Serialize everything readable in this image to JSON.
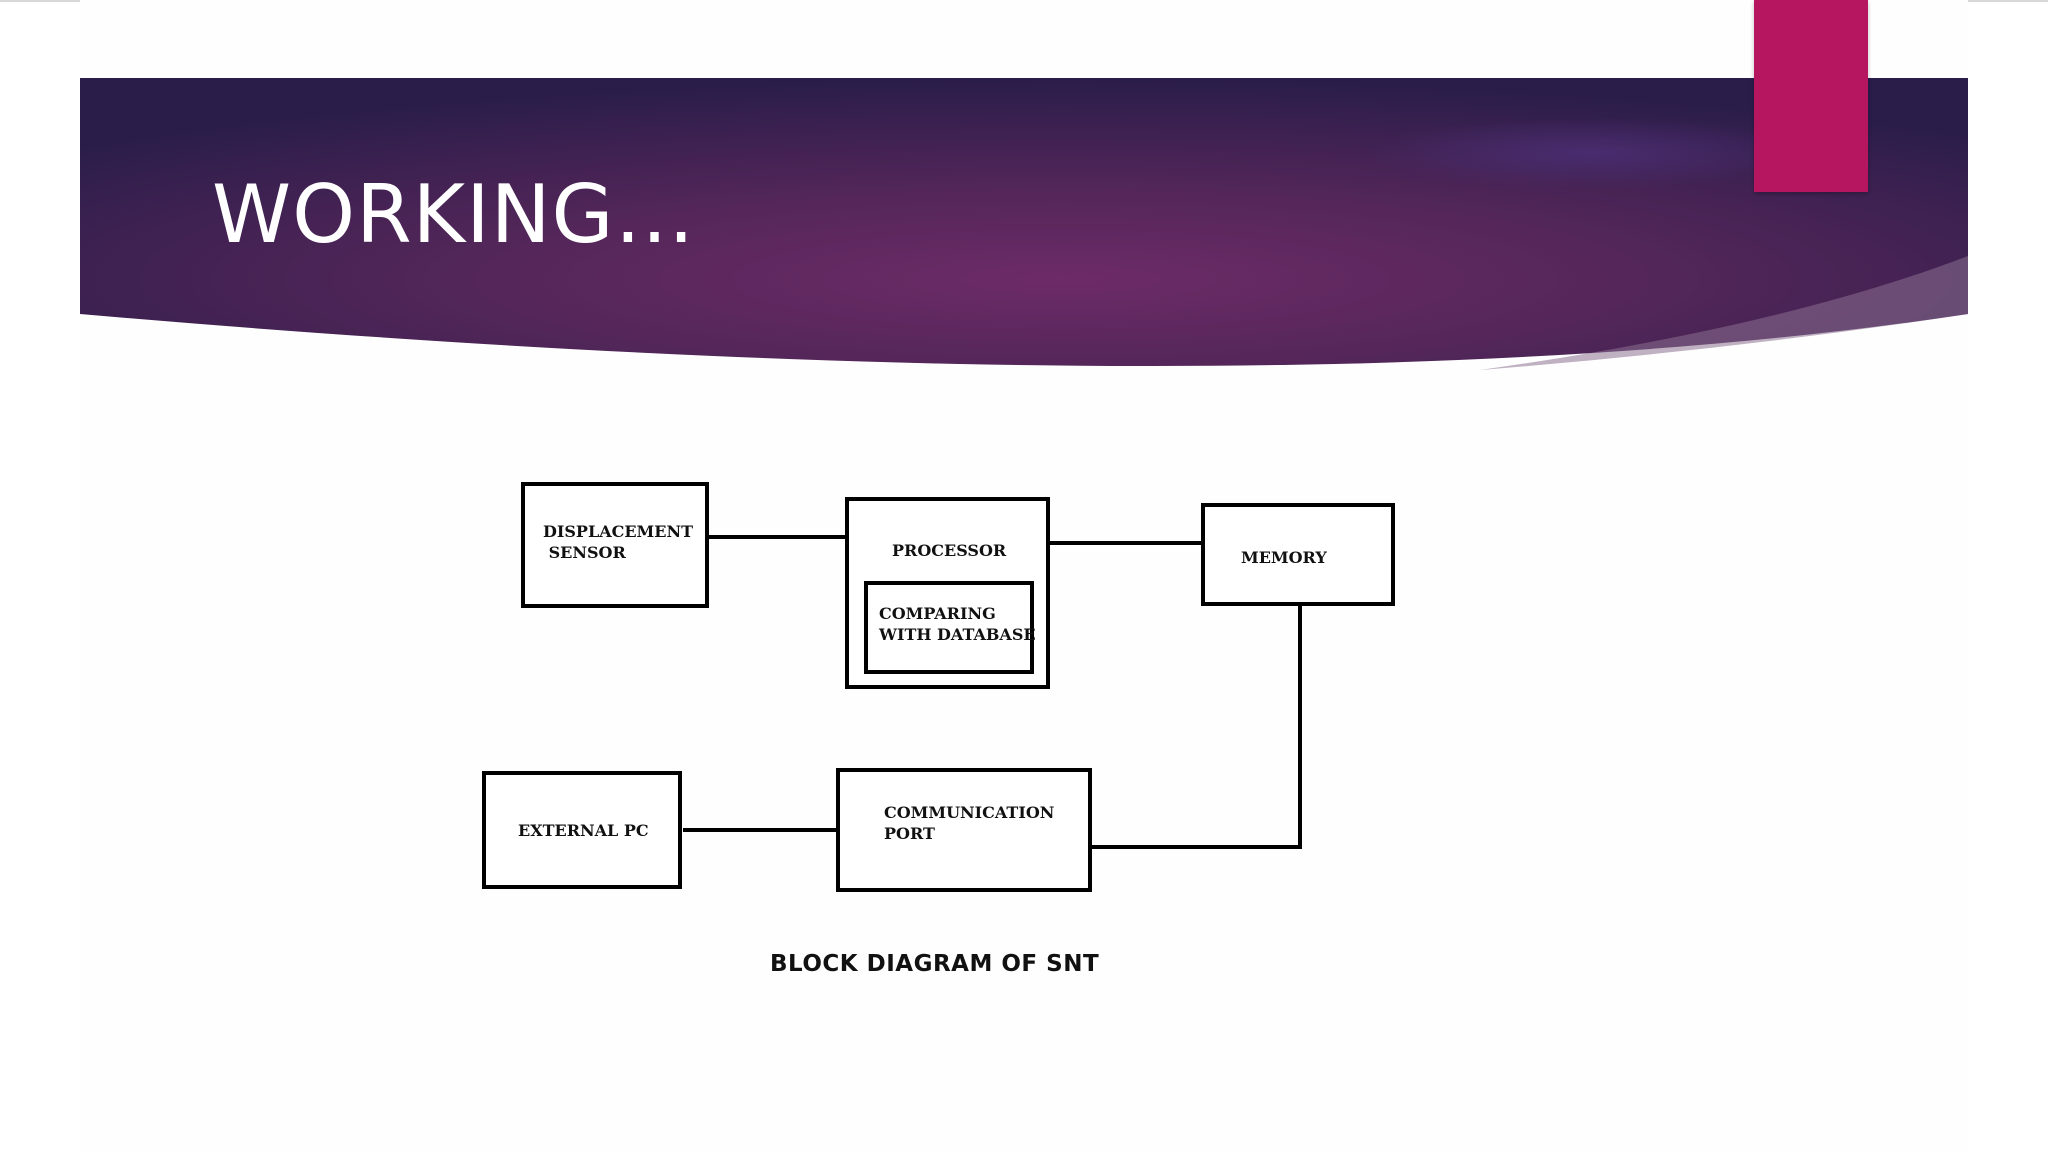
{
  "slide": {
    "title": "WORKING…",
    "caption": "BLOCK DIAGRAM OF SNT",
    "colors": {
      "banner_dark": "#2a1d4a",
      "banner_mid": "#6a2a66",
      "accent": "#b6155f",
      "line": "#000000"
    }
  },
  "diagram": {
    "blocks": {
      "displacement_sensor": "DISPLACEMENT\n SENSOR",
      "processor": "PROCESSOR",
      "comparing_database": "COMPARING\nWITH DATABASE",
      "memory": "MEMORY",
      "external_pc": "EXTERNAL PC",
      "communication_port": "COMMUNICATION\nPORT"
    },
    "connections": [
      {
        "from": "displacement_sensor",
        "to": "processor"
      },
      {
        "from": "processor",
        "to": "memory"
      },
      {
        "from": "memory",
        "to": "communication_port"
      },
      {
        "from": "communication_port",
        "to": "external_pc"
      }
    ]
  }
}
